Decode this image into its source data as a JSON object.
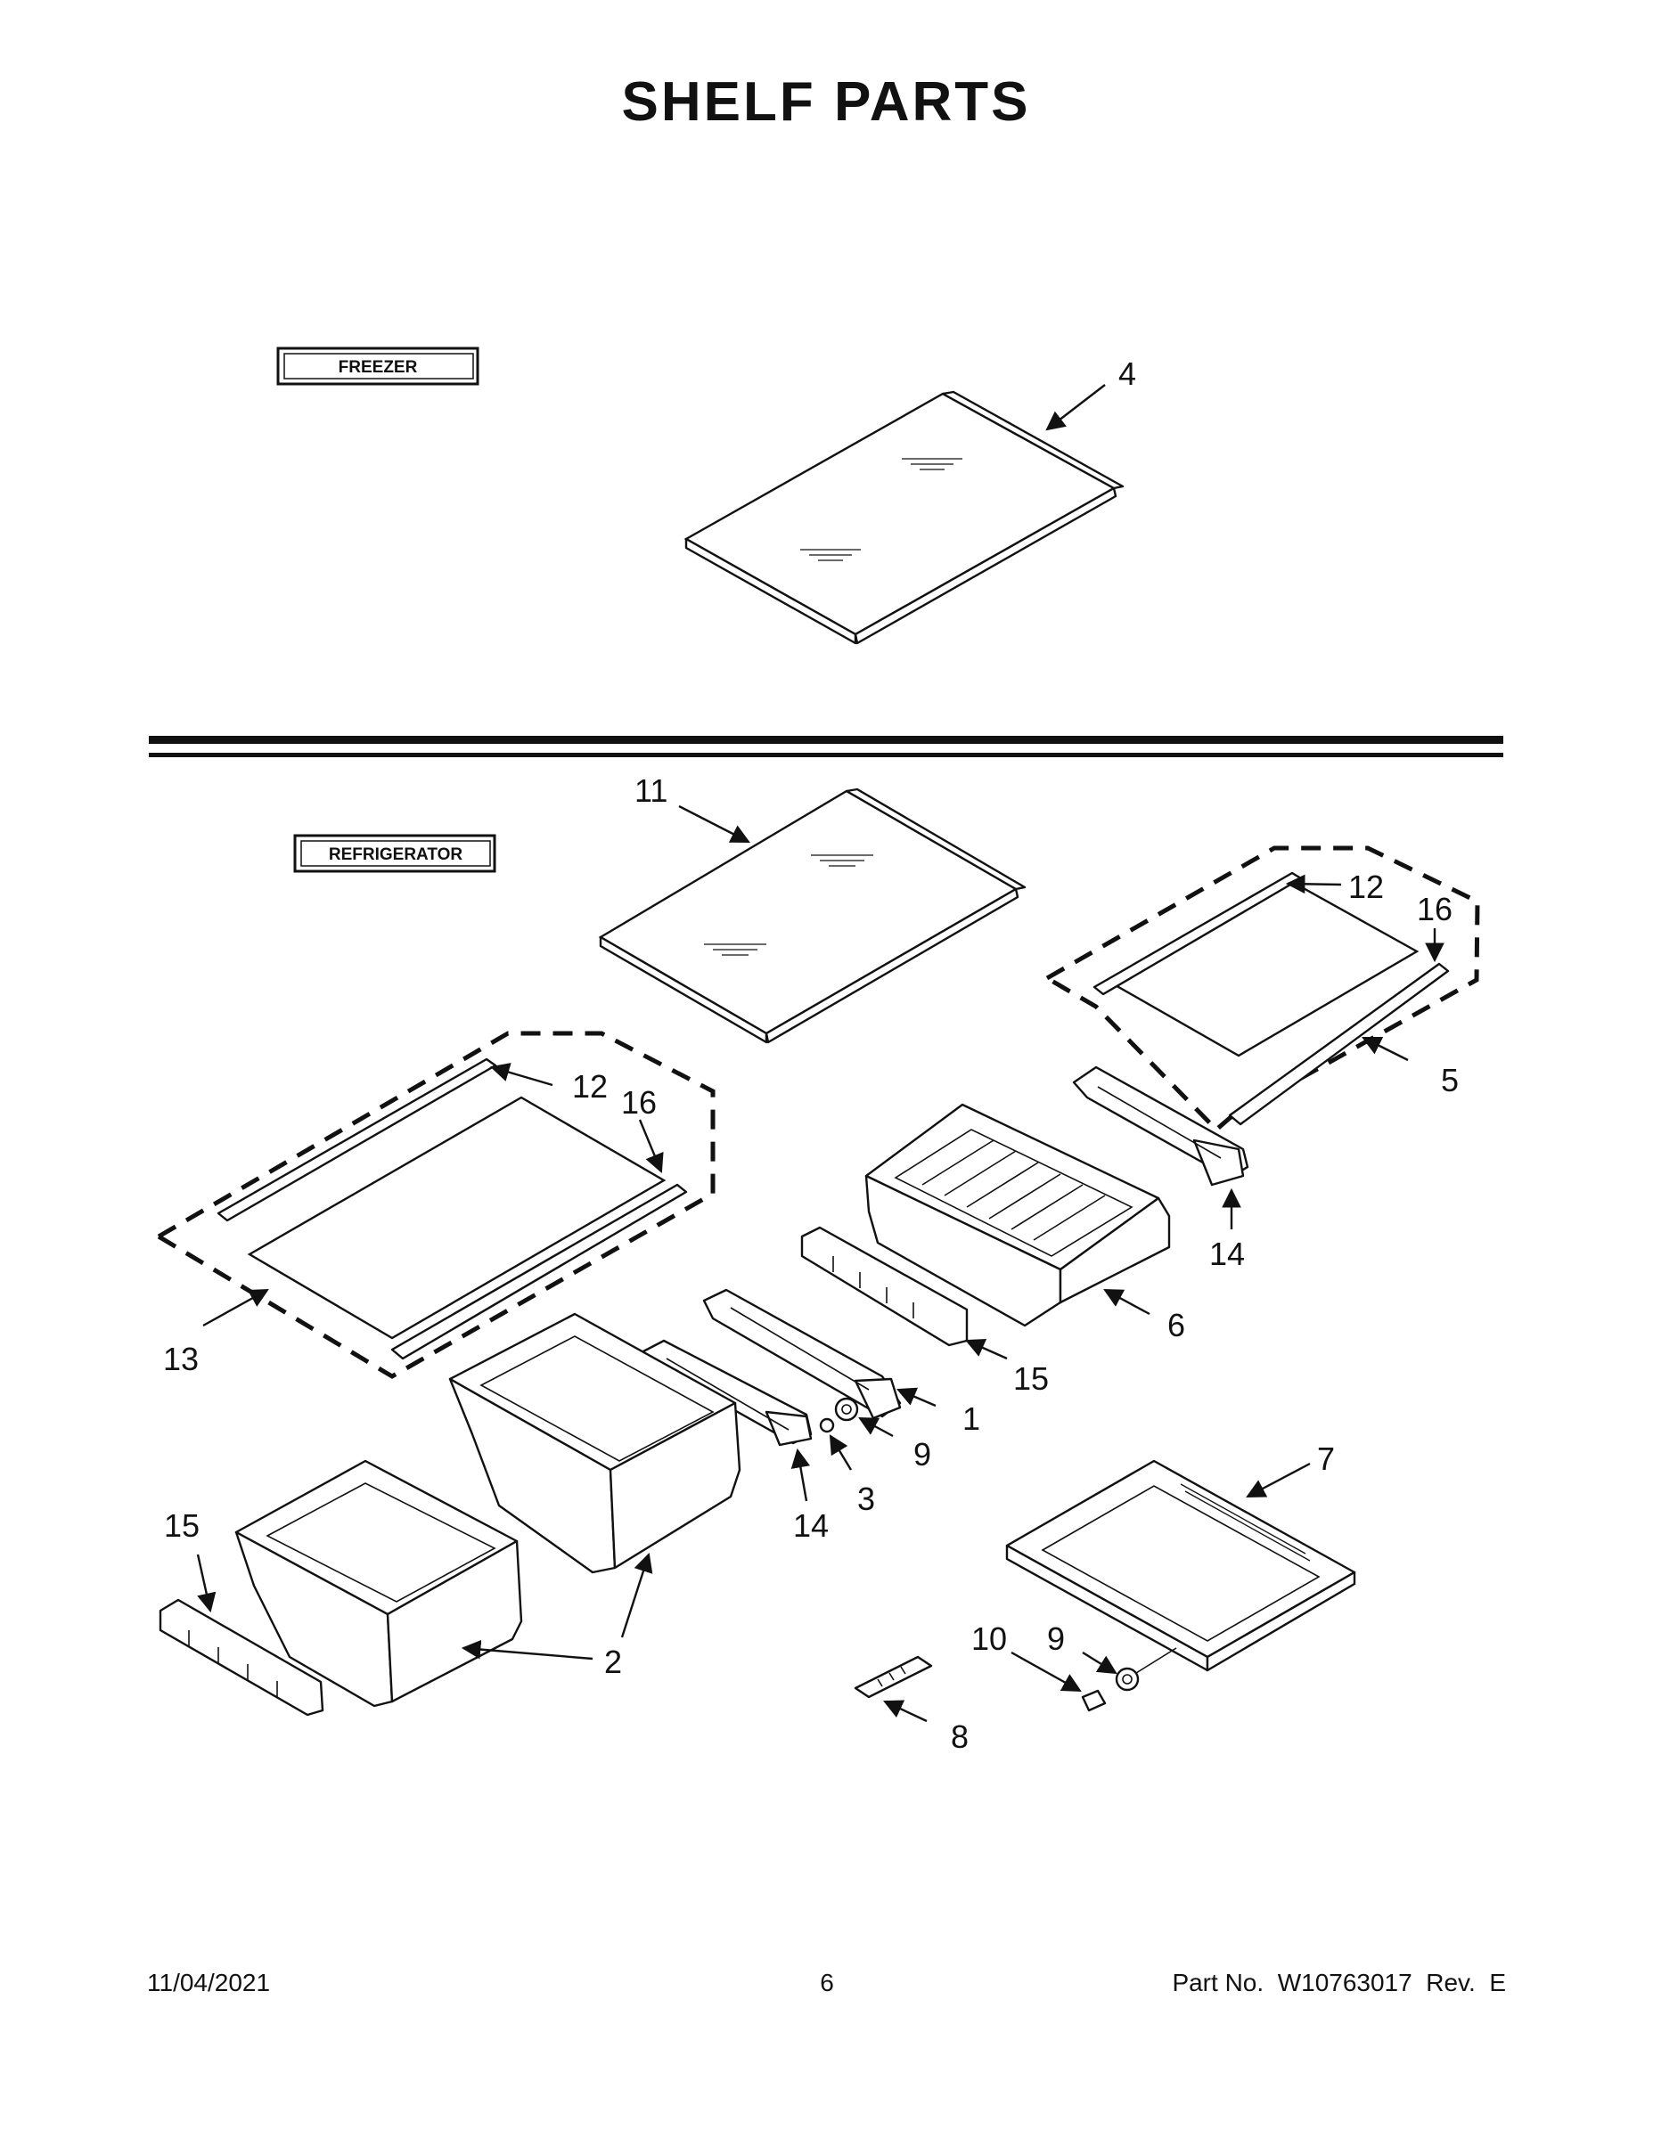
{
  "page": {
    "title": "SHELF PARTS"
  },
  "sections": {
    "freezer_label": "FREEZER",
    "refrigerator_label": "REFRIGERATOR"
  },
  "callouts": {
    "c1": "1",
    "c2": "2",
    "c3": "3",
    "c4": "4",
    "c5": "5",
    "c6": "6",
    "c7": "7",
    "c8": "8",
    "c9a": "9",
    "c9b": "9",
    "c10": "10",
    "c11": "11",
    "c12a": "12",
    "c12b": "12",
    "c13": "13",
    "c14a": "14",
    "c14b": "14",
    "c15a": "15",
    "c15b": "15",
    "c16a": "16",
    "c16b": "16"
  },
  "footer": {
    "date": "11/04/2021",
    "page_number": "6",
    "part_no": "Part No.  W10763017  Rev.  E"
  }
}
